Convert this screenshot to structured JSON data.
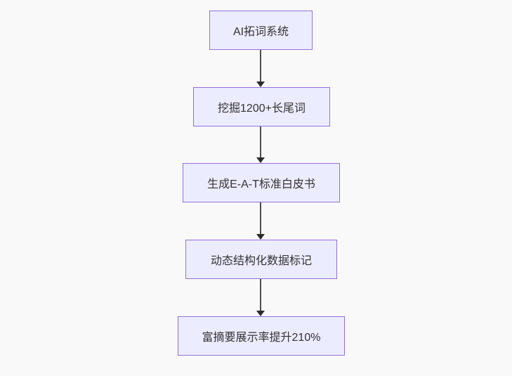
{
  "diagram": {
    "type": "flowchart",
    "direction": "top-down",
    "nodes": [
      {
        "id": "n1",
        "label": "AI拓词系统"
      },
      {
        "id": "n2",
        "label": "挖掘1200+长尾词"
      },
      {
        "id": "n3",
        "label": "生成E-A-T标准白皮书"
      },
      {
        "id": "n4",
        "label": "动态结构化数据标记"
      },
      {
        "id": "n5",
        "label": "富摘要展示率提升210%"
      }
    ],
    "edges": [
      {
        "from": "n1",
        "to": "n2",
        "arrow": "down"
      },
      {
        "from": "n2",
        "to": "n3",
        "arrow": "down"
      },
      {
        "from": "n3",
        "to": "n4",
        "arrow": "down"
      },
      {
        "from": "n4",
        "to": "n5",
        "arrow": "down"
      }
    ],
    "colors": {
      "background": "#f9f9f9",
      "node_fill": "#ECECFF",
      "node_border": "#9370DB",
      "text": "#333333",
      "arrow_line": "#4d4d4d",
      "arrow_head": "#2b2b2b"
    }
  }
}
